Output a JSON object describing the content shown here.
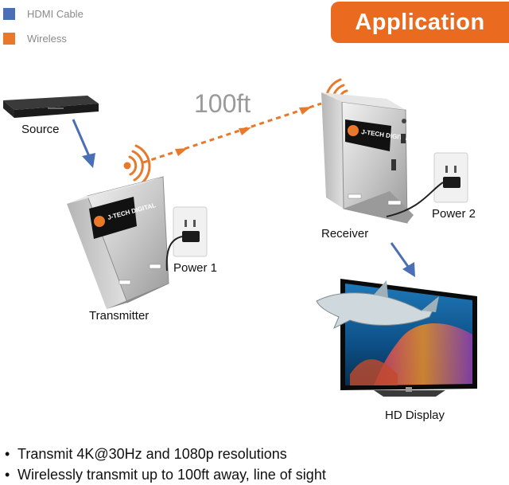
{
  "legend": [
    {
      "label": "HDMI Cable",
      "color": "#4a6fb5"
    },
    {
      "label": "Wireless",
      "color": "#e8792a"
    }
  ],
  "banner": {
    "title": "Application",
    "color": "#ea6b1f"
  },
  "distance": "100ft",
  "labels": {
    "source": "Source",
    "transmitter": "Transmitter",
    "power1": "Power 1",
    "receiver": "Receiver",
    "power2": "Power 2",
    "display": "HD Display"
  },
  "brand": "J-TECH DIGITAL",
  "bullets": [
    "Transmit 4K@30Hz and 1080p resolutions",
    "Wirelessly transmit up to 100ft away, line of sight"
  ],
  "colors": {
    "hdmi_arrow": "#4a6fb5",
    "wireless_arrow": "#e8792a"
  }
}
